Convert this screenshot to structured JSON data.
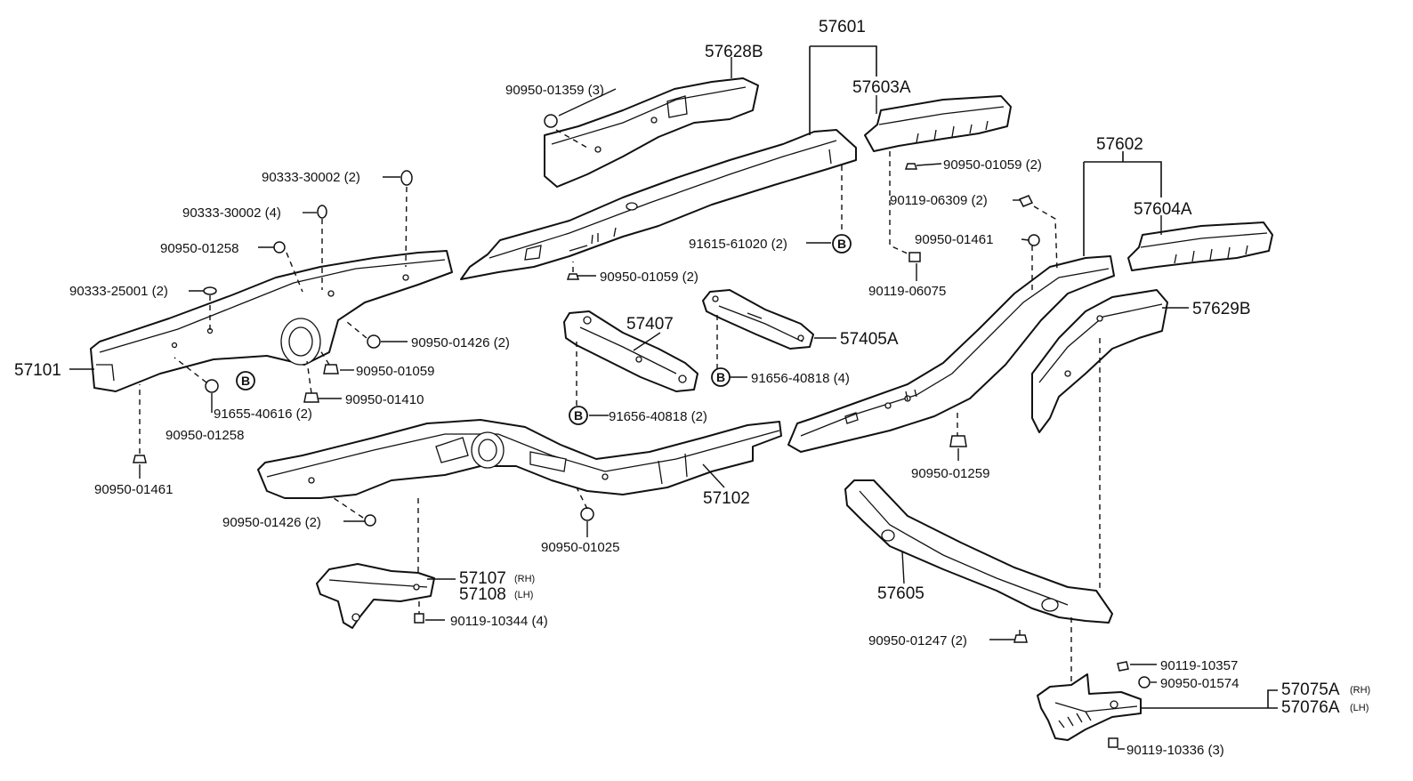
{
  "labels": {
    "p57601": "57601",
    "p57628B": "57628B",
    "p90950_01359": "90950-01359 (3)",
    "p57603A": "57603A",
    "p90950_01059_2a": "90950-01059 (2)",
    "p57602": "57602",
    "p90119_06309": "90119-06309 (2)",
    "p57604A": "57604A",
    "p90333_30002_2": "90333-30002 (2)",
    "p90333_30002_4": "90333-30002 (4)",
    "p91615_61020": "91615-61020 (2)",
    "p90950_01461a": "90950-01461",
    "p90950_01258a": "90950-01258",
    "p90950_01059_2b": "90950-01059 (2)",
    "p90119_06075": "90119-06075",
    "p90333_25001": "90333-25001 (2)",
    "p57407": "57407",
    "p57405A": "57405A",
    "p57629B": "57629B",
    "p90950_01426a": "90950-01426 (2)",
    "p57101": "57101",
    "p90950_01059": "90950-01059",
    "p91656_40818_4": "91656-40818 (4)",
    "p90950_01410": "90950-01410",
    "p91655_40616": "91655-40616 (2)",
    "p90950_01258b": "90950-01258",
    "p91656_40818_2": "91656-40818 (2)",
    "p90950_01259": "90950-01259",
    "p90950_01461b": "90950-01461",
    "p57102": "57102",
    "p90950_01426b": "90950-01426 (2)",
    "p90950_01025": "90950-01025",
    "p57605": "57605",
    "p57107": "57107",
    "p57108": "57108",
    "p90119_10344": "90119-10344 (4)",
    "p90950_01247": "90950-01247 (2)",
    "p90119_10357": "90119-10357",
    "p90950_01574": "90950-01574",
    "p57075A": "57075A",
    "p57076A": "57076A",
    "p90119_10336": "90119-10336 (3)",
    "rh": "(RH)",
    "lh": "(LH)",
    "badge": "B"
  }
}
